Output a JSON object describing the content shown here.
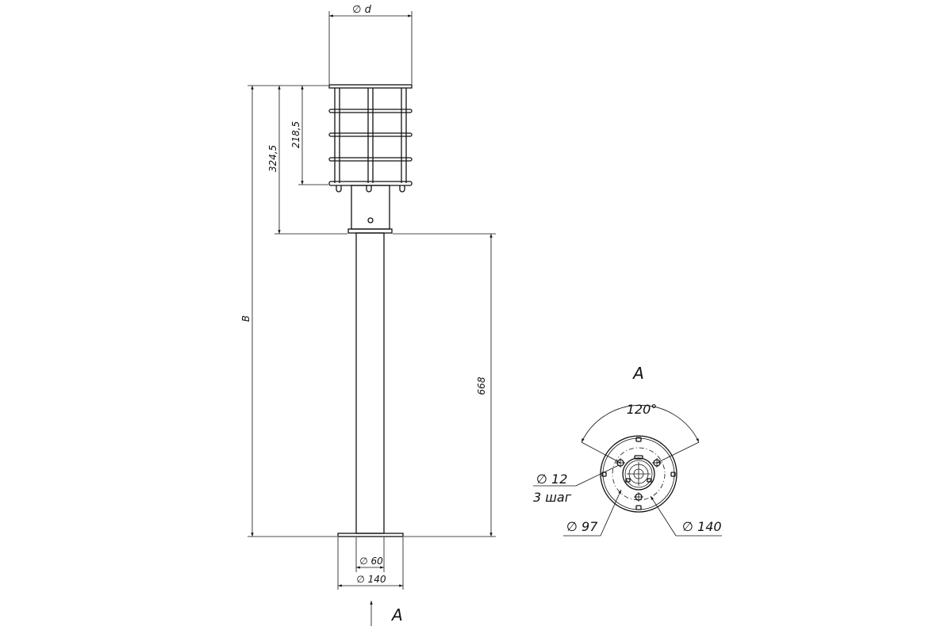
{
  "dimensions": {
    "top_diameter": "∅ d",
    "lantern_height": "218,5",
    "head_height": "324,5",
    "total_height": "B",
    "pole_height": "668",
    "pole_diameter": "∅ 60",
    "base_diameter": "∅ 140"
  },
  "view_marker": "A",
  "view_label": "A",
  "base_view": {
    "angle": "120°",
    "hole_diameter": "∅ 12",
    "hole_count": "3 шаг",
    "inner_diameter": "∅ 97",
    "outer_diameter": "∅ 140"
  }
}
